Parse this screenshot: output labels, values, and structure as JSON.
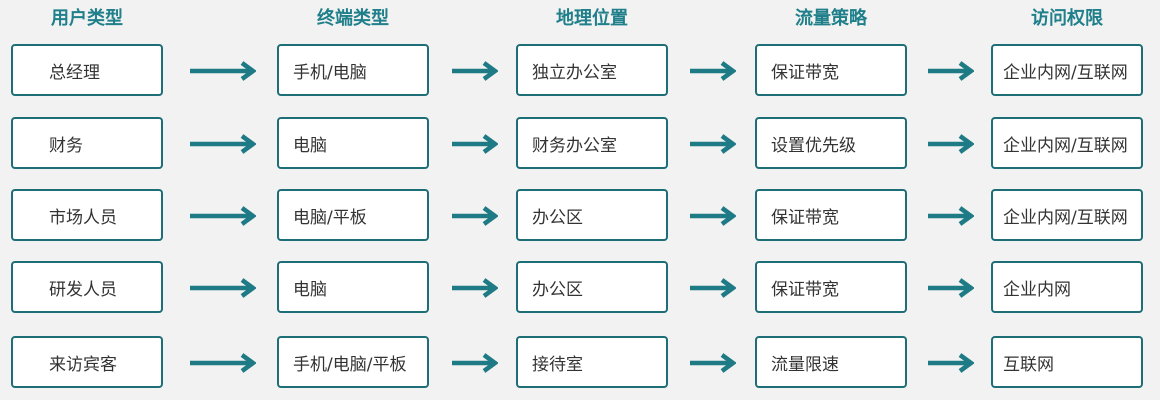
{
  "headers": [
    "用户类型",
    "终端类型",
    "地理位置",
    "流量策略",
    "访问权限"
  ],
  "rows": [
    [
      "总经理",
      "手机/电脑",
      "独立办公室",
      "保证带宽",
      "企业内网/互联网"
    ],
    [
      "财务",
      "电脑",
      "财务办公室",
      "设置优先级",
      "企业内网/互联网"
    ],
    [
      "市场人员",
      "电脑/平板",
      "办公区",
      "保证带宽",
      "企业内网/互联网"
    ],
    [
      "研发人员",
      "电脑",
      "办公区",
      "保证带宽",
      "企业内网"
    ],
    [
      "来访宾客",
      "手机/电脑/平板",
      "接待室",
      "流量限速",
      "互联网"
    ]
  ],
  "colors": {
    "header": "#1f7f8a",
    "box_border": "#1e6e78",
    "arrow": "#1e7a84"
  }
}
